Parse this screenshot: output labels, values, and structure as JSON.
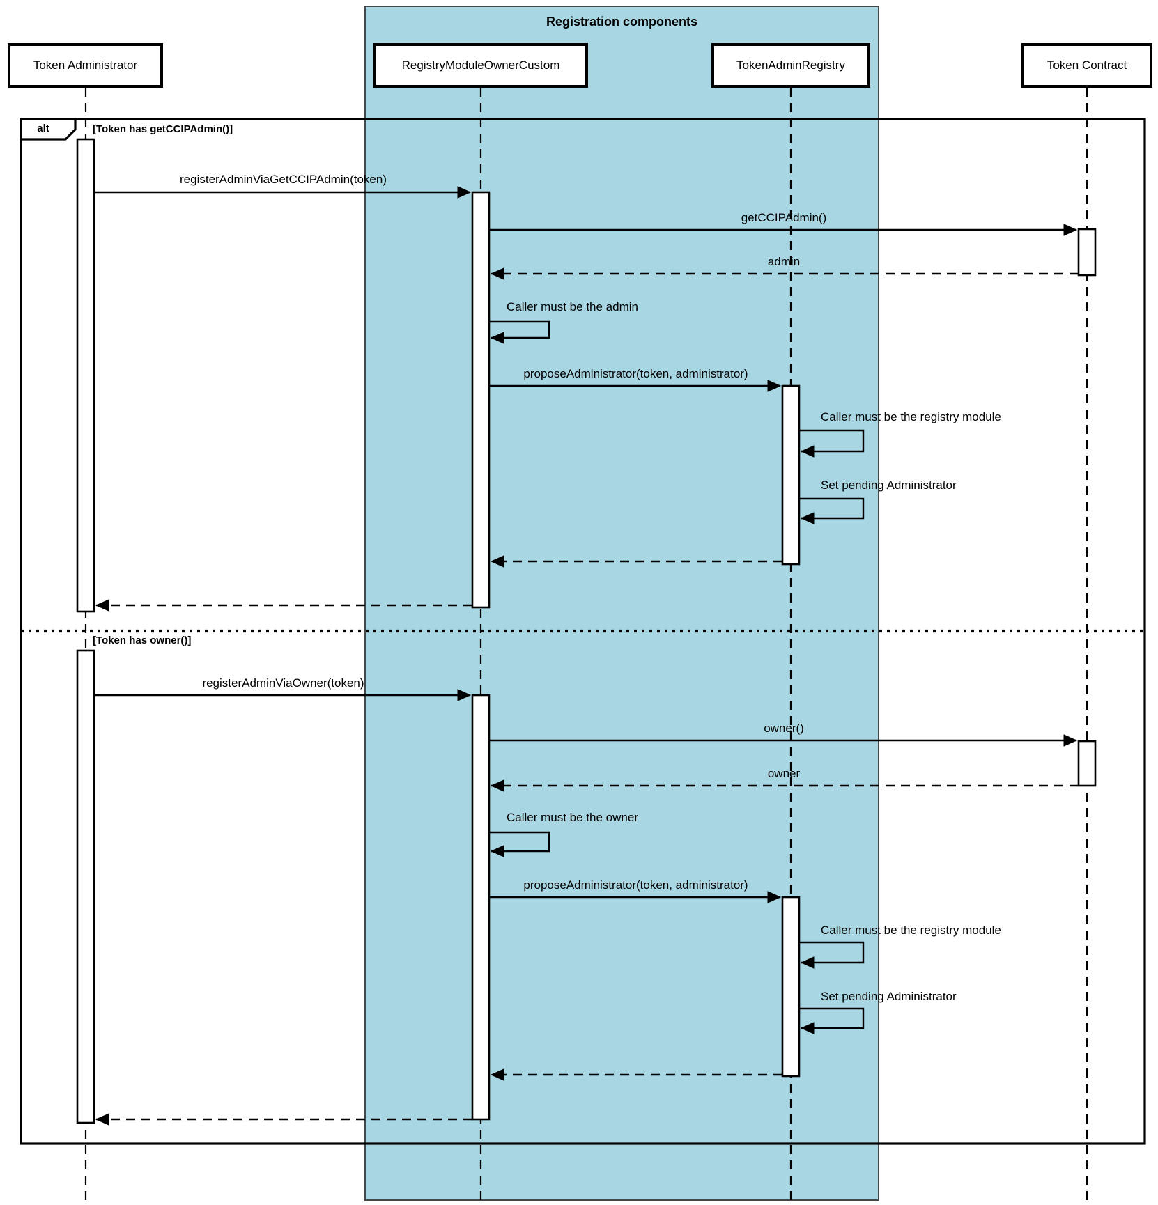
{
  "diagram": {
    "container_title": "Registration components",
    "container_fill": "#A9D6E3",
    "alt": {
      "operator": "alt",
      "guard1": "[Token has getCCIPAdmin()]",
      "guard2": "[Token has owner()]"
    },
    "participants": [
      {
        "label": "Token Administrator"
      },
      {
        "label": "RegistryModuleOwnerCustom"
      },
      {
        "label": "TokenAdminRegistry"
      },
      {
        "label": "Token Contract"
      }
    ],
    "branch1": {
      "msg_register": "registerAdminViaGetCCIPAdmin(token)",
      "msg_get_admin": "getCCIPAdmin()",
      "msg_return_admin": "admin",
      "msg_check_caller": "Caller must be the admin",
      "msg_propose": "proposeAdministrator(token, administrator)",
      "msg_check_registry": "Caller must be the registry module",
      "msg_set_pending": "Set pending Administrator"
    },
    "branch2": {
      "msg_register": "registerAdminViaOwner(token)",
      "msg_get_owner": "owner()",
      "msg_return_owner": "owner",
      "msg_check_caller": "Caller must be the owner",
      "msg_propose": "proposeAdministrator(token, administrator)",
      "msg_check_registry": "Caller must be the registry module",
      "msg_set_pending": "Set pending Administrator"
    }
  }
}
